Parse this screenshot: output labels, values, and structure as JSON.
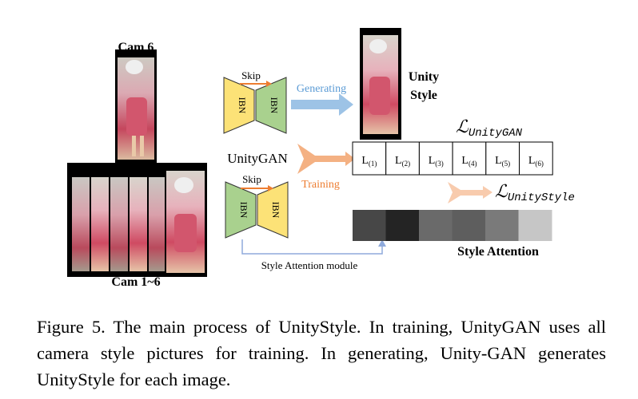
{
  "figure": {
    "cam6_label": "Cam 6",
    "cams_label": "Cam 1~6",
    "skip_top": "Skip",
    "skip_bottom": "Skip",
    "ibn": "IBN",
    "generating_label": "Generating",
    "training_label": "Training",
    "unitygan_label": "UnityGAN",
    "unity_style_line1": "Unity",
    "unity_style_line2": "Style",
    "style_attention_module_label": "Style Attention module",
    "style_attention_label": "Style Attention",
    "loss_unitygan": "ℒUnityGAN",
    "loss_unitystyle": "ℒUnityStyle",
    "losses": [
      {
        "base": "L",
        "sub": "(1)"
      },
      {
        "base": "L",
        "sub": "(2)"
      },
      {
        "base": "L",
        "sub": "(3)"
      },
      {
        "base": "L",
        "sub": "(4)"
      },
      {
        "base": "L",
        "sub": "(5)"
      },
      {
        "base": "L",
        "sub": "(6)"
      }
    ],
    "attention_colors": [
      "#474747",
      "#242424",
      "#6a6a6a",
      "#5e5e5e",
      "#7a7a7a",
      "#c6c6c6"
    ],
    "generator_colors": {
      "yellow": "#fce277",
      "green": "#a9d18e"
    },
    "arrow_colors": {
      "generating": "#9dc3e6",
      "training": "#f4b183",
      "skip": "#ed7d31",
      "module": "#8faadc"
    }
  },
  "caption": "Figure 5. The main process of UnityStyle. In training, UnityGAN uses all camera style pictures for training. In generating, Unity-GAN generates UnityStyle for each image."
}
